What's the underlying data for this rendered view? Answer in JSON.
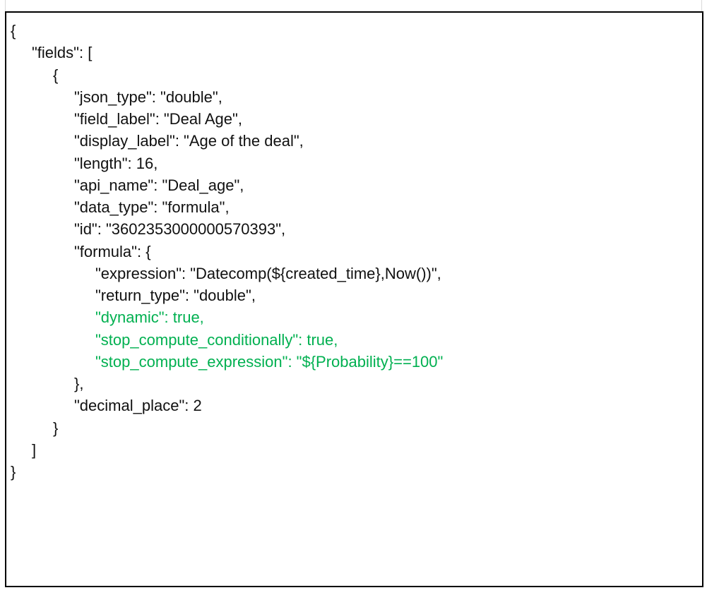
{
  "highlight_color": "#00b050",
  "lines": [
    "{",
    "\"fields\": [",
    "{",
    "\"json_type\": \"double\",",
    "\"field_label\": \"Deal Age\",",
    "\"display_label\": \"Age of the deal\",",
    "\"length\": 16,",
    "\"api_name\": \"Deal_age\",",
    "\"data_type\": \"formula\",",
    "\"id\": \"3602353000000570393\",",
    "\"formula\": {",
    "\"expression\": \"Datecomp(${created_time},Now())\",",
    "\"return_type\": \"double\",",
    "\"dynamic\": true,",
    "\"stop_compute_conditionally\": true,",
    "\"stop_compute_expression\": \"${Probability}==100\"",
    "},",
    "\"decimal_place\": 2",
    "}",
    "]",
    "}"
  ]
}
